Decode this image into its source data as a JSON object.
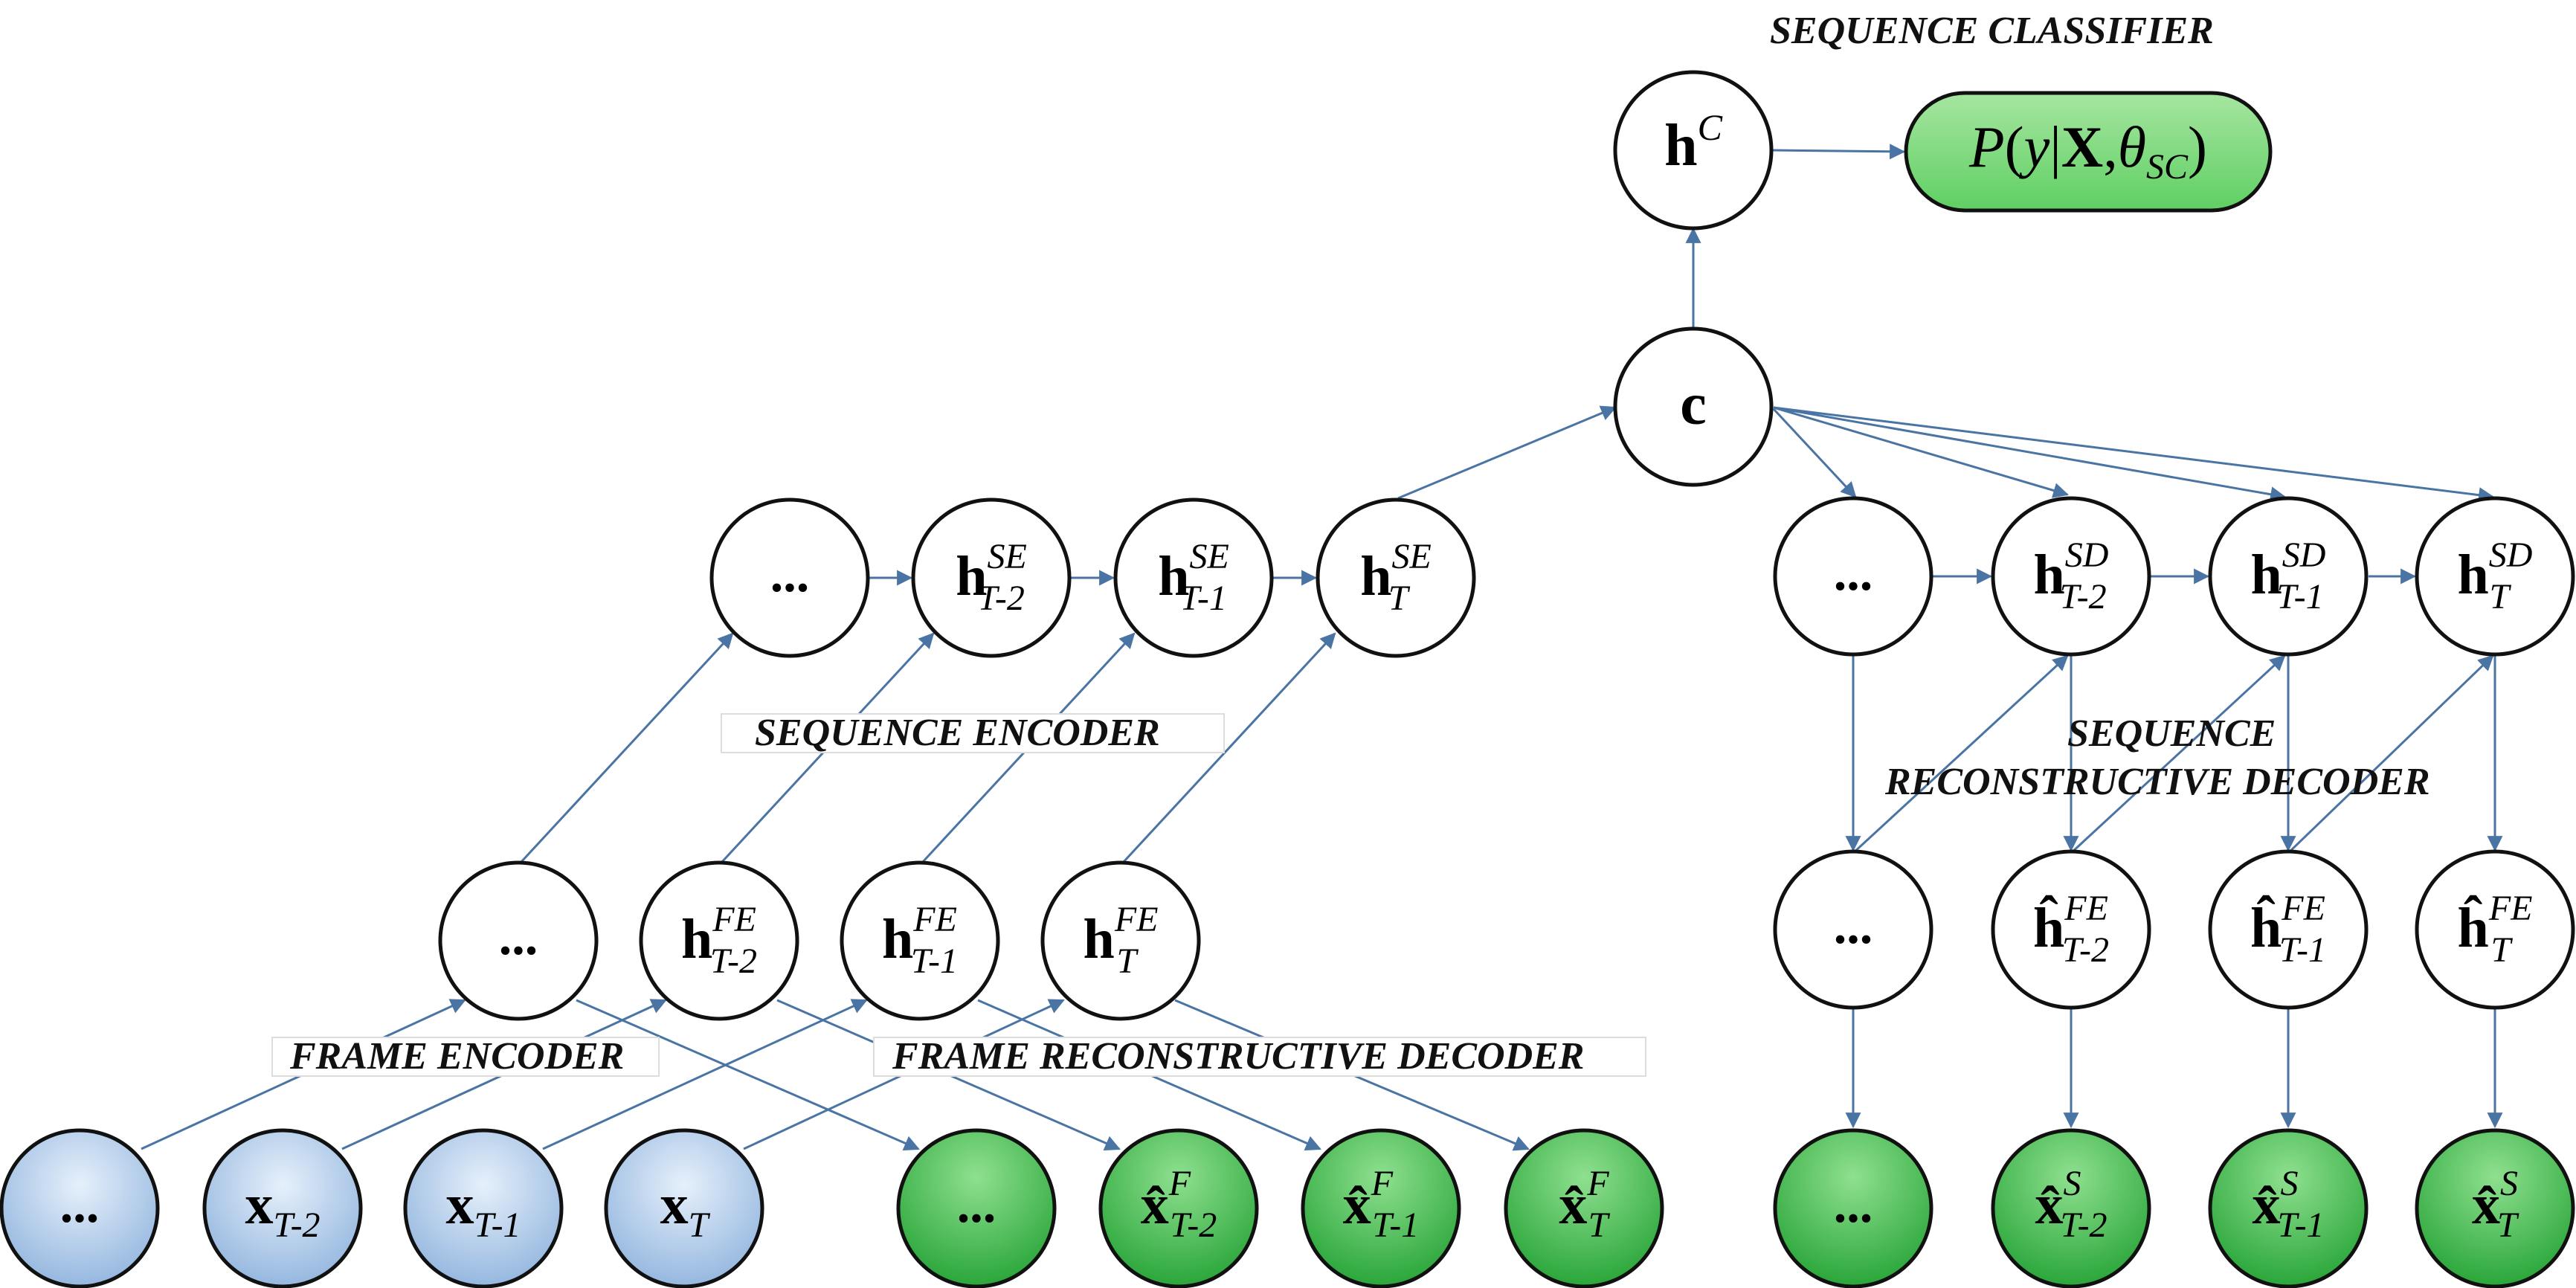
{
  "labels": {
    "sequence_classifier": "SEQUENCE CLASSIFIER",
    "sequence_encoder": "SEQUENCE ENCODER",
    "frame_encoder": "FRAME ENCODER",
    "frame_reconstructive_decoder": "FRAME RECONSTRUCTIVE DECODER",
    "sequence_reconstructive_decoder_line1": "SEQUENCE",
    "sequence_reconstructive_decoder_line2": "RECONSTRUCTIVE DECODER"
  },
  "nodes": {
    "hC": "h^C",
    "output": "P(y|X,θ_SC)",
    "c": "c",
    "ellipsis": "...",
    "se": [
      "h_T-2^SE",
      "h_T-1^SE",
      "h_T^SE"
    ],
    "fe": [
      "h_T-2^FE",
      "h_T-1^FE",
      "h_T^FE"
    ],
    "sd": [
      "h_T-2^SD",
      "h_T-1^SD",
      "h_T^SD"
    ],
    "sdfe": [
      "ĥ_T-2^FE",
      "ĥ_T-1^FE",
      "ĥ_T^FE"
    ],
    "x": [
      "x_T-2",
      "x_T-1",
      "x_T"
    ],
    "xF": [
      "x̂_T-2^F",
      "x̂_T-1^F",
      "x̂_T^F"
    ],
    "xS": [
      "x̂_T-2^S",
      "x̂_T-1^S",
      "x̂_T^S"
    ]
  },
  "colors": {
    "edge": "#4a74a3",
    "node_stroke": "#111111",
    "input_fill": "#a9c6e8",
    "output_fill": "#3cb84a",
    "classifier_fill": "#7ad77a"
  }
}
